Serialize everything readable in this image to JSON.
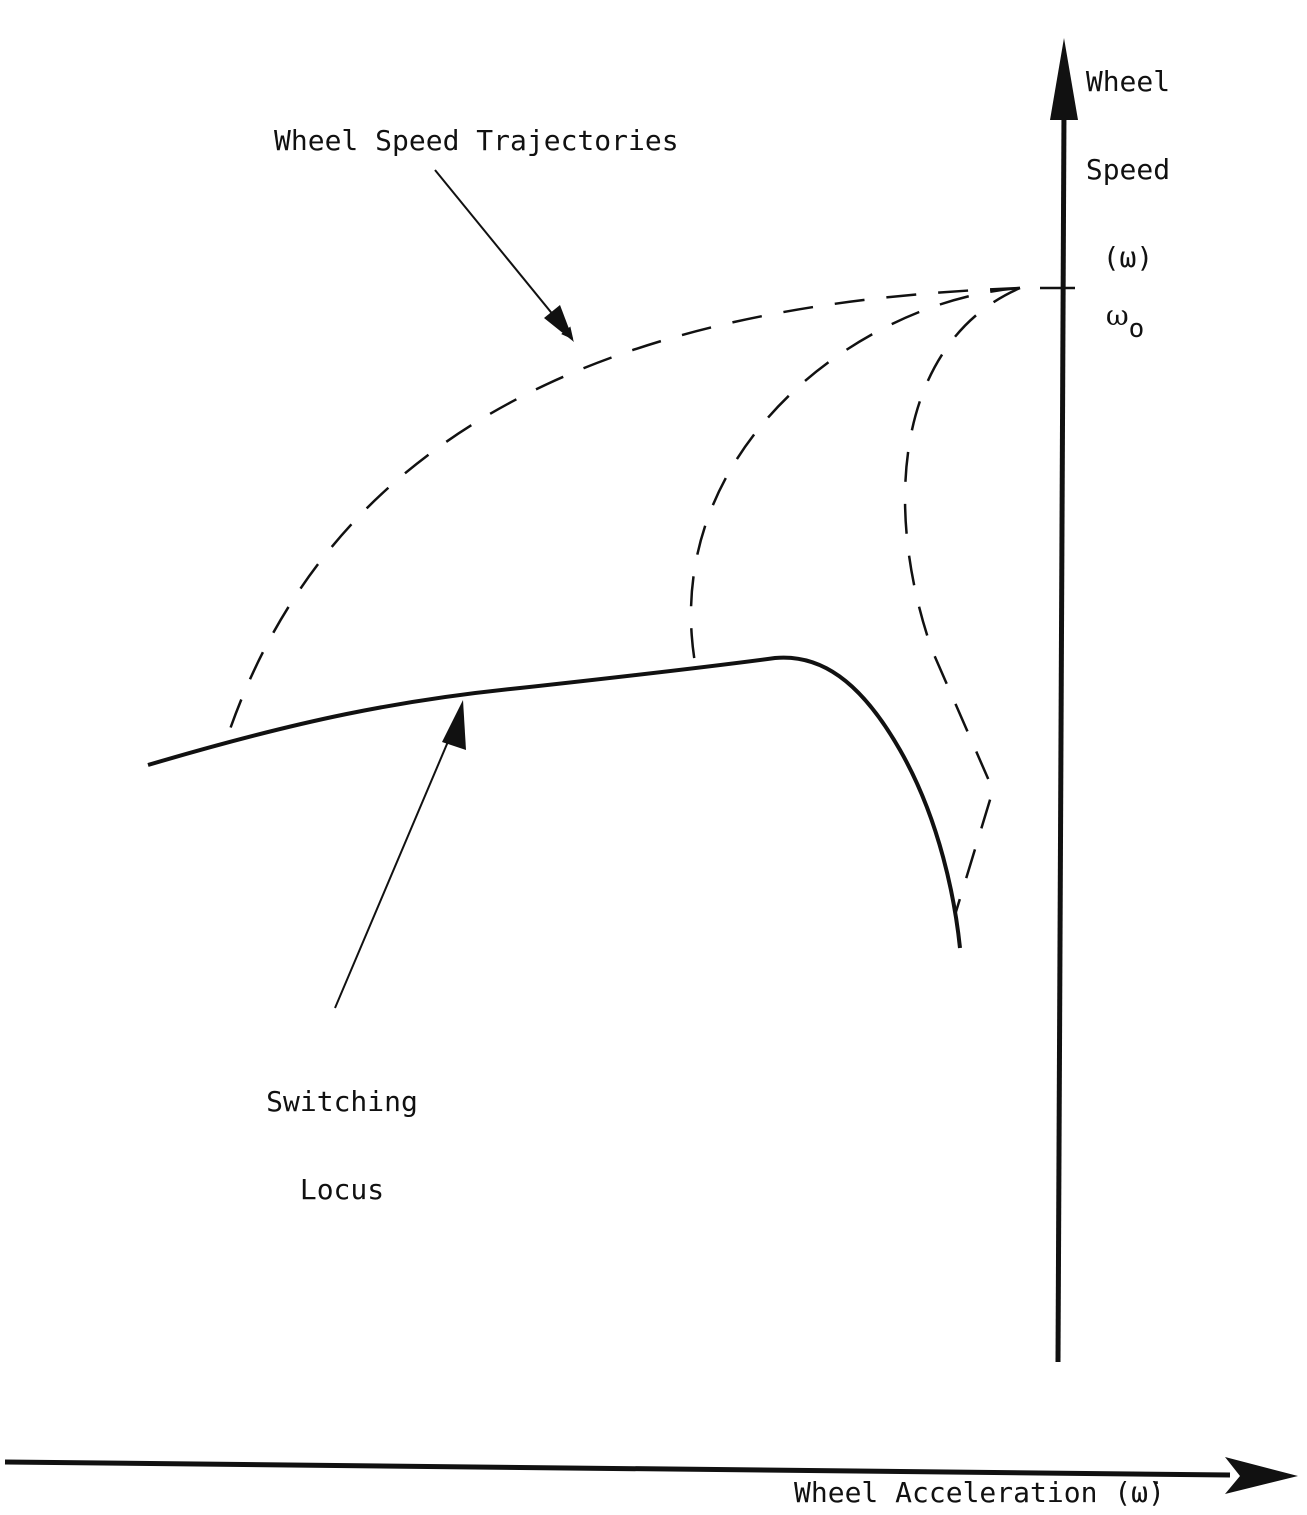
{
  "labels": {
    "y_axis_line1": "Wheel",
    "y_axis_line2": "Speed",
    "y_axis_line3": "(ω)",
    "x_axis": "Wheel Acceleration (ω̇)",
    "omega0_symbol": "ω",
    "omega0_subscript": "o",
    "trajectories": "Wheel Speed Trajectories",
    "switching_line1": "Switching",
    "switching_line2": "Locus"
  },
  "colors": {
    "ink": "#111111",
    "background": "#ffffff"
  }
}
